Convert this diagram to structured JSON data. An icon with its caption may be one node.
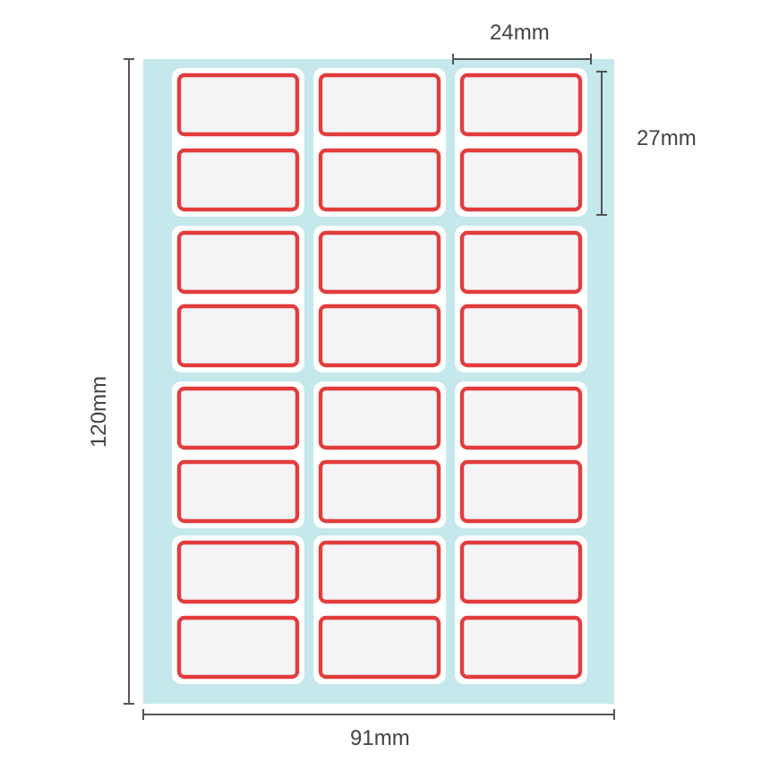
{
  "diagram": {
    "labels": [
      "24mm",
      "27mm",
      "120mm",
      "91mm"
    ]
  }
}
